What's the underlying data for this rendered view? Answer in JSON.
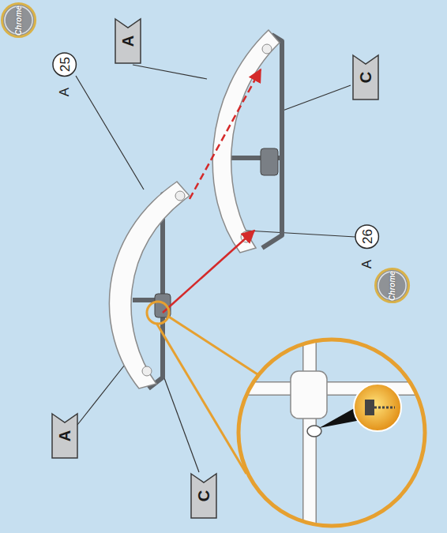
{
  "diagram": {
    "nodes": [
      {
        "text": [
          "Chrome"
        ]
      },
      {
        "text": [
          "A"
        ]
      },
      {
        "text": [
          "25"
        ]
      },
      {
        "text": [
          "C"
        ]
      },
      {
        "text": [
          "A"
        ]
      },
      {
        "text": [
          "C"
        ]
      },
      {
        "text": [
          "26"
        ]
      },
      {
        "text": [
          "Chrome"
        ]
      }
    ],
    "labels": [
      "A",
      "A"
    ]
  }
}
